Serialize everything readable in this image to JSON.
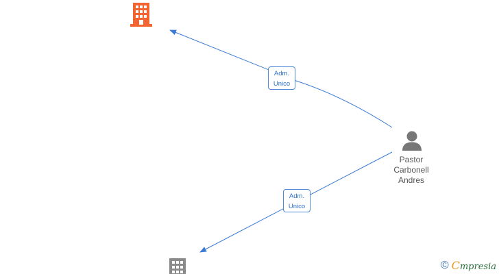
{
  "nodes": {
    "company_top": {
      "icon": "building-icon",
      "color": "#f26432"
    },
    "company_bottom": {
      "icon": "building-icon",
      "color": "#8a8a8a"
    },
    "person": {
      "icon": "person-icon",
      "color": "#777777",
      "name_lines": [
        "Pastor",
        "Carbonell",
        "Andres"
      ]
    }
  },
  "edges": [
    {
      "from": "person",
      "to": "company_top",
      "label_lines": [
        "Adm.",
        "Unico"
      ]
    },
    {
      "from": "person",
      "to": "company_bottom",
      "label_lines": [
        "Adm.",
        "Unico"
      ]
    }
  ],
  "edge_color": "#3a7bd5",
  "footer": {
    "copyright_symbol": "©",
    "brand_first": "C",
    "brand_rest": "mpresia"
  }
}
